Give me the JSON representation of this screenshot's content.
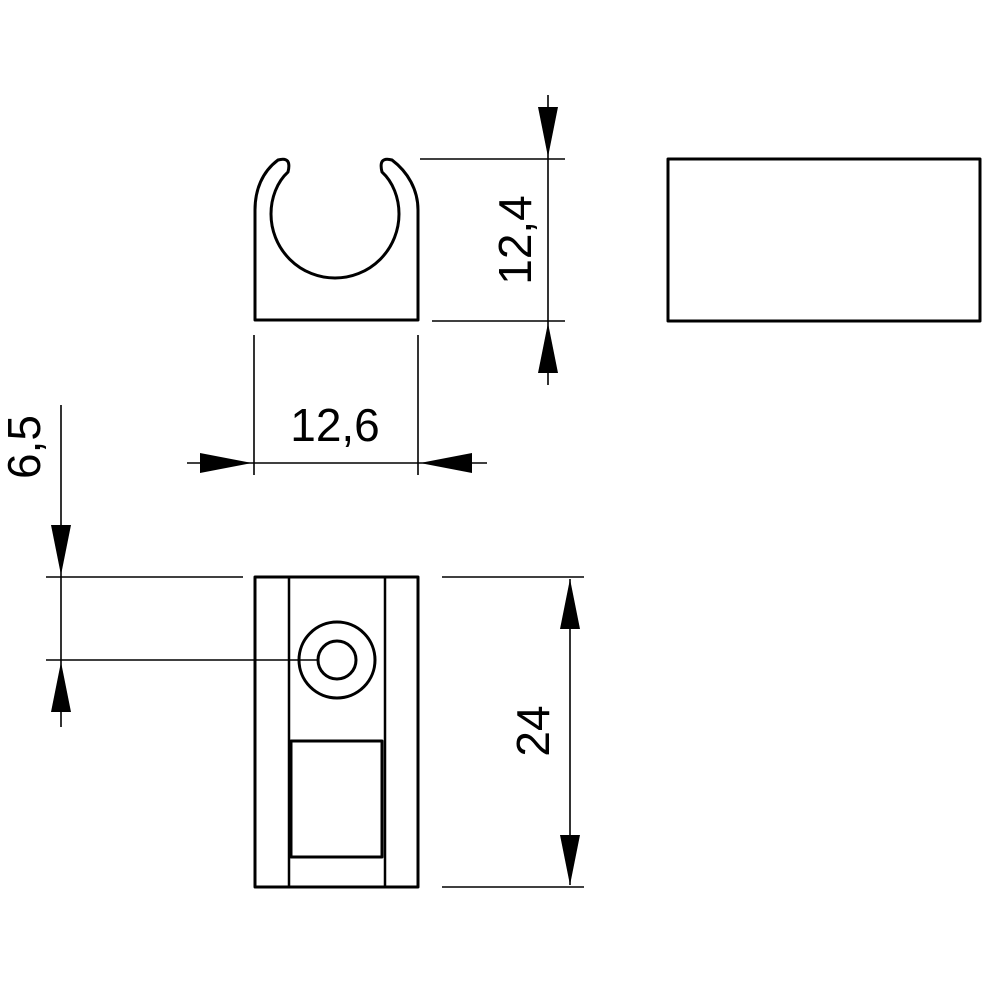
{
  "drawing": {
    "dimensions": {
      "clip_height": "12,4",
      "clip_width": "12,6",
      "hole_offset": "6,5",
      "clip_length": "24"
    }
  }
}
